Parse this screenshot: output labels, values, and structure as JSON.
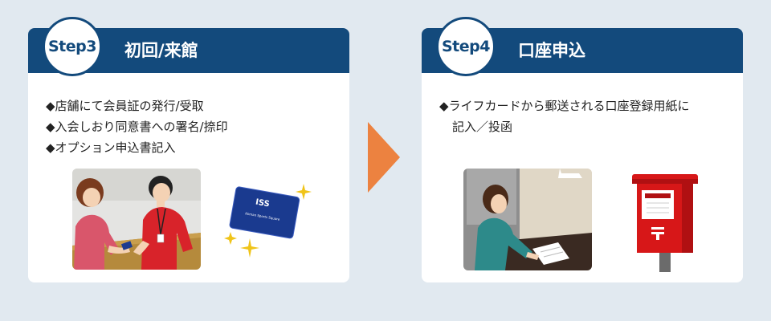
{
  "steps": [
    {
      "badge": "Step3",
      "title": "初回/来館",
      "bullets": [
        "◆店舗にて会員証の発行/受取",
        "◆入会しおり同意書への署名/捺印",
        "◆オプション申込書記入"
      ]
    },
    {
      "badge": "Step4",
      "title": "口座申込",
      "bullets": [
        "◆ライフカードから郵送される口座登録用紙に",
        "記入／投函"
      ]
    }
  ],
  "member_card": {
    "logo_text": "ISS",
    "brand_text": "Itoman Sports Square"
  },
  "colors": {
    "header": "#134a7c",
    "background": "#e1e9f0",
    "arrow": "#ec8240",
    "post_red": "#d71718",
    "card_blue": "#1a3a8f"
  }
}
